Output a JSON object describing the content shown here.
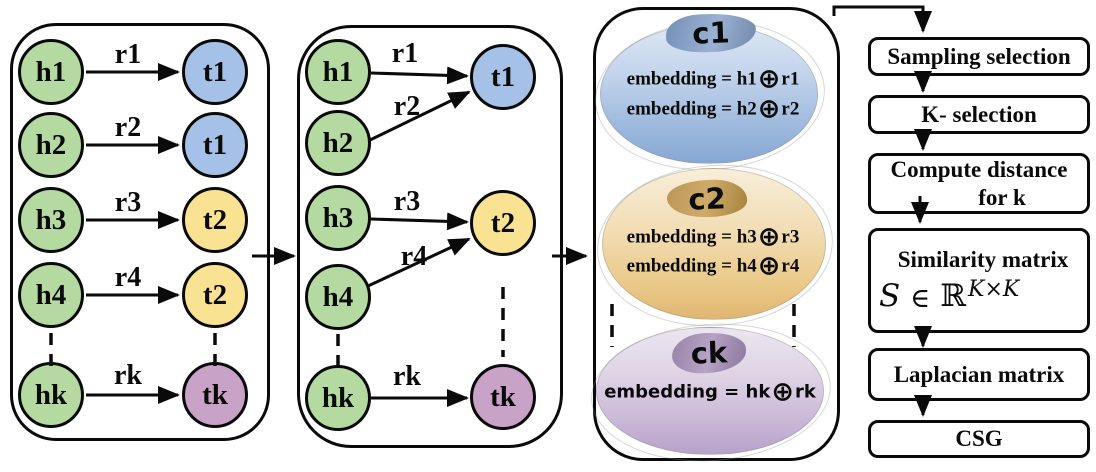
{
  "colors": {
    "head_node_fill": "#b4d9a1",
    "tail_t1_fill": "#a6c1e7",
    "tail_t2_fill": "#fae293",
    "tail_tk_fill": "#c9a3c7",
    "cluster_c1_fill": "#9cb8dd",
    "cluster_c2_fill": "#eac988",
    "cluster_ck_fill": "#c7b4d5",
    "badge_c1_fill": "#7e99bf",
    "badge_c2_fill": "#b9955a",
    "badge_ck_fill": "#9d89ae",
    "outline": "#000000"
  },
  "graph1": {
    "rows": [
      {
        "head": "h1",
        "rel": "r1",
        "tail": "t1"
      },
      {
        "head": "h2",
        "rel": "r2",
        "tail": "t1"
      },
      {
        "head": "h3",
        "rel": "r3",
        "tail": "t2"
      },
      {
        "head": "h4",
        "rel": "r4",
        "tail": "t2"
      },
      {
        "head": "hk",
        "rel": "rk",
        "tail": "tk"
      }
    ]
  },
  "graph2": {
    "heads": [
      "h1",
      "h2",
      "h3",
      "h4",
      "hk"
    ],
    "rels": [
      "r1",
      "r2",
      "r3",
      "r4",
      "rk"
    ],
    "tails": [
      "t1",
      "t2",
      "tk"
    ]
  },
  "clusters": [
    {
      "name": "c1",
      "lines": [
        {
          "pre": "embedding = h1",
          "post": "r1"
        },
        {
          "pre": "embedding = h2 ",
          "post": "r2"
        }
      ]
    },
    {
      "name": "c2",
      "lines": [
        {
          "pre": "embedding = h3 ",
          "post": "r3"
        },
        {
          "pre": "embedding = h4 ",
          "post": "r4"
        }
      ]
    },
    {
      "name": "ck",
      "lines": [
        {
          "pre": "embedding = hk",
          "post": " rk"
        }
      ]
    }
  ],
  "symbols": {
    "oplus": "⊕"
  },
  "flow": {
    "steps": [
      {
        "label": "Sampling selection"
      },
      {
        "label": "K- selection"
      },
      {
        "line1": "Compute distance",
        "line2": "for k"
      },
      {
        "label": "Similarity matrix",
        "math": {
          "s": "S",
          "element_of": "∈",
          "set": "ℝ",
          "sup": "K×K"
        }
      },
      {
        "label": "Laplacian matrix"
      },
      {
        "label": "CSG"
      }
    ]
  }
}
